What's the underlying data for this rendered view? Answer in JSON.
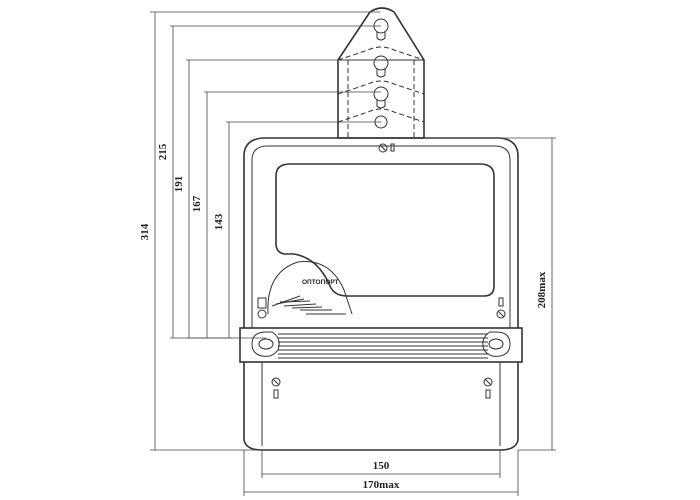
{
  "dimensions": {
    "height_total": "314",
    "height_1": "215",
    "height_2": "191",
    "height_3": "167",
    "height_4": "143",
    "height_max": "208max",
    "width_inner": "150",
    "width_max": "170max"
  },
  "optoport_label": "ОПТОПОРТ",
  "colors": {
    "line": "#333333",
    "background": "#ffffff"
  }
}
